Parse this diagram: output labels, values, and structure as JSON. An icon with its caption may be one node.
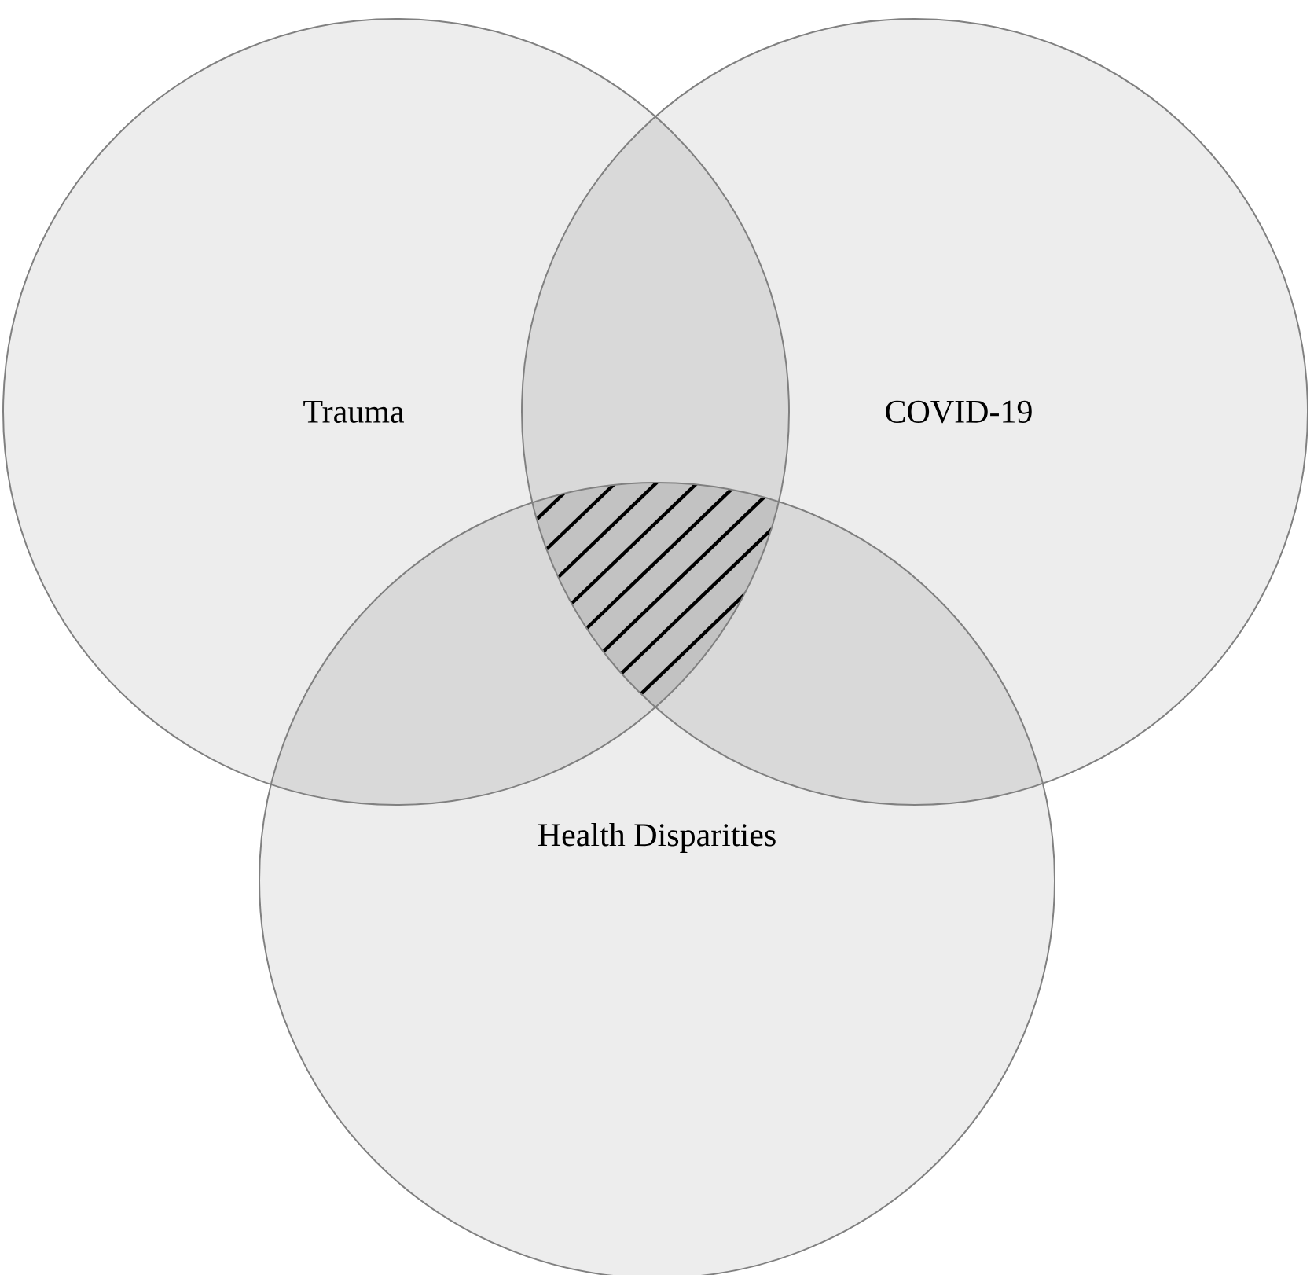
{
  "diagram": {
    "nodes": [
      {
        "text": [
          "Trauma"
        ]
      },
      {
        "text": [
          "COVID-19"
        ]
      },
      {
        "text": [
          "Health Disparities"
        ]
      }
    ]
  }
}
